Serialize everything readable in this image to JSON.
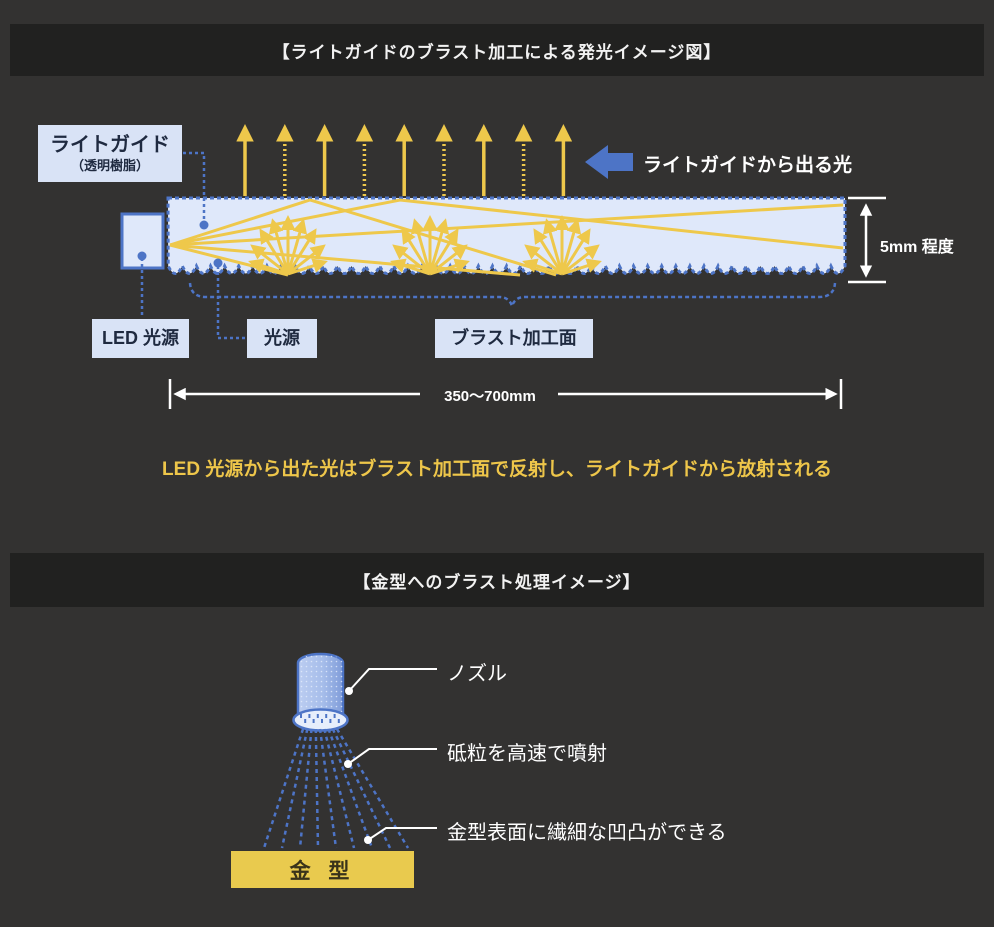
{
  "colors": {
    "page_bg": "#333231",
    "panel_bg": "#212120",
    "accent_blue": "#4d74c6",
    "fill_light_blue": "#dfe8fa",
    "label_box_bg": "#d9e3f6",
    "ray_yellow": "#eec84b",
    "caption_yellow": "#eec64a",
    "mold_yellow": "#e9ca4e",
    "white": "#ffffff"
  },
  "section1": {
    "title": "【ライトガイドのブラスト加工による発光イメージ図】",
    "box_lightguide_line1": "ライトガイド",
    "box_lightguide_line2": "（透明樹脂）",
    "box_led": "LED 光源",
    "box_source": "光源",
    "box_blast": "ブラスト加工面",
    "emitted_light": "ライトガイドから出る光",
    "thickness": "5mm 程度",
    "length": "350〜700mm",
    "caption": "LED 光源から出た光はブラスト加工面で反射し、ライトガイドから放射される"
  },
  "section2": {
    "title": "【金型へのブラスト処理イメージ】",
    "nozzle": "ノズル",
    "spray": "砥粒を高速で噴射",
    "surface": "金型表面に繊細な凹凸ができる",
    "mold": "金 型"
  }
}
